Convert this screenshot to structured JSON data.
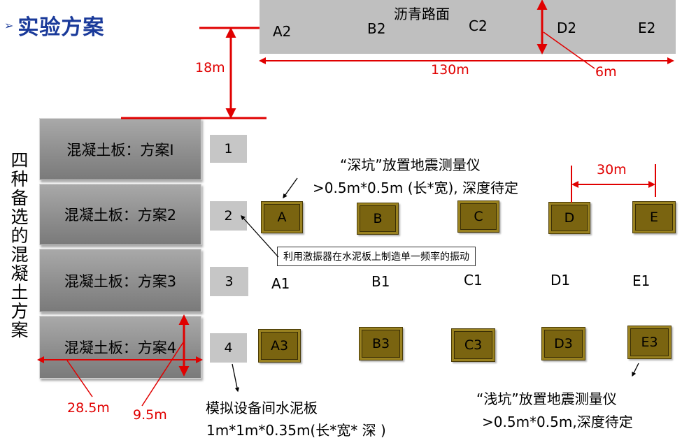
{
  "title": "实验方案",
  "title_bullet": "➢",
  "road": {
    "label": "沥青路面",
    "points": [
      "A2",
      "B2",
      "C2",
      "D2",
      "E2"
    ]
  },
  "dimensions": {
    "setback": "18m",
    "road_length": "130m",
    "road_offset": "6m",
    "pit_spacing": "30m",
    "slab_length": "28.5m",
    "slab_width": "9.5m"
  },
  "vertical_title": "四种备选的混凝土方案",
  "slabs": [
    "混凝土板：方案I",
    "混凝土板：方案2",
    "混凝土板：方案3",
    "混凝土板：方案4"
  ],
  "slab_numbers": [
    "1",
    "2",
    "3",
    "4"
  ],
  "deep_pits": [
    "A",
    "B",
    "C",
    "D",
    "E"
  ],
  "mid_points": [
    "A1",
    "B1",
    "C1",
    "D1",
    "E1"
  ],
  "shallow_pits": [
    "A3",
    "B3",
    "C3",
    "D3",
    "E3"
  ],
  "notes": {
    "deep_title": "“深坑”放置地震测量仪",
    "deep_size": ">0.5m*0.5m (长*宽), 深度待定",
    "vibration": "利用激振器在水泥板上制造单一频率的振动",
    "shallow_title": "“浅坑”放置地震测量仪",
    "shallow_size": ">0.5m*0.5m,深度待定",
    "model_title": "模拟设备间水泥板",
    "model_size": "1m*1m*0.35m(长*宽* 深 )"
  },
  "colors": {
    "title": "#1a3a9a",
    "dimension": "#e00000",
    "pit": "#7a6410",
    "road": "#bfbfbf"
  }
}
